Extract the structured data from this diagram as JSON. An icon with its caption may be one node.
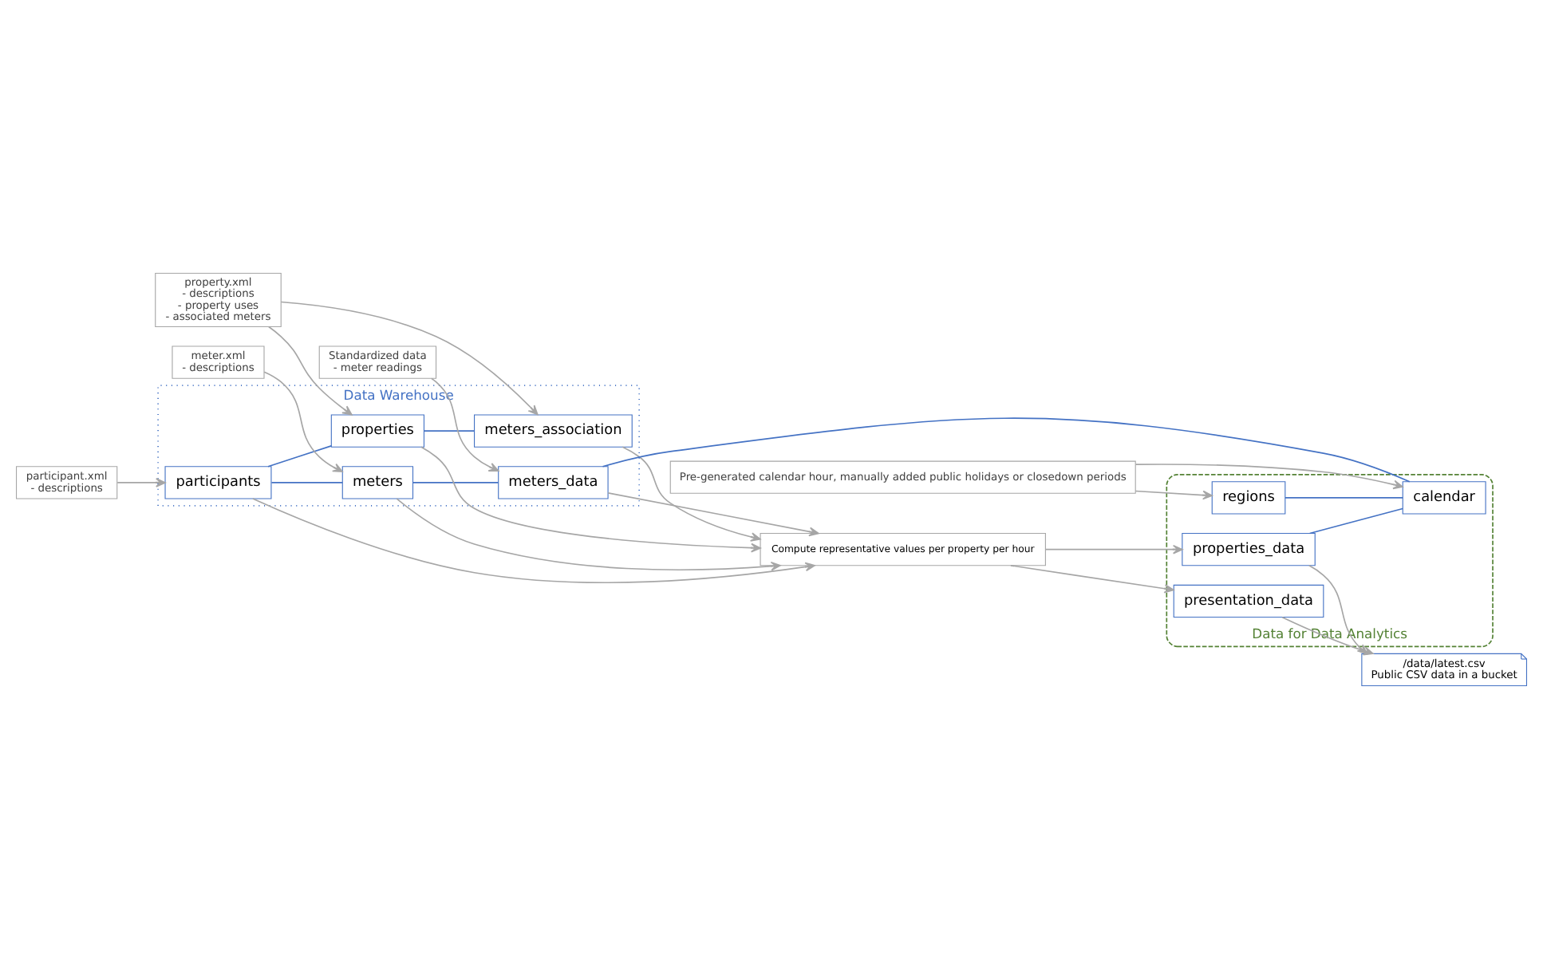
{
  "diagram": {
    "nodes": [
      {
        "text": [
          "Data Warehouse"
        ]
      },
      {
        "text": [
          "participant.xml",
          "- descriptions"
        ]
      },
      {
        "text": [
          "meter.xml",
          "- descriptions"
        ]
      },
      {
        "text": [
          "property.xml",
          "- descriptions",
          "- property uses",
          "- associated meters"
        ]
      },
      {
        "text": [
          "Standardized data",
          "- meter readings"
        ]
      },
      {
        "text": [
          "Pre-generated calendar hour, manually added public holidays or closedown periods"
        ]
      },
      {
        "text": [
          "participants"
        ],
        "in": 0
      },
      {
        "text": [
          "meters"
        ],
        "in": 0
      },
      {
        "text": [
          "properties"
        ],
        "in": 0
      },
      {
        "text": [
          "meters_association"
        ],
        "in": 0
      },
      {
        "text": [
          "meters_data"
        ],
        "in": 0
      },
      {
        "text": [
          "Data for Data Analytics"
        ]
      },
      {
        "text": [
          "presentation_data"
        ],
        "in": 11
      },
      {
        "text": [
          "regions"
        ],
        "in": 11
      },
      {
        "text": [
          "properties_data"
        ],
        "in": 11
      },
      {
        "text": [
          "calendar"
        ],
        "in": 11
      },
      {
        "text": [
          "Compute representative values per property per hour"
        ]
      },
      {
        "text": [
          "/data/latest.csv",
          "Public CSV data in a bucket"
        ]
      }
    ],
    "edges": [
      {
        "from": 1,
        "to": 6,
        "arrow": "to"
      },
      {
        "from": 2,
        "to": 7,
        "arrow": "to"
      },
      {
        "from": 3,
        "to": 8,
        "arrow": "to"
      },
      {
        "from": 3,
        "to": 9,
        "arrow": "to"
      },
      {
        "from": 4,
        "to": 10,
        "arrow": "to"
      },
      {
        "from": 5,
        "to": 13,
        "arrow": "to"
      },
      {
        "from": 5,
        "to": 15,
        "arrow": "to"
      },
      {
        "from": 6,
        "to": 7,
        "arrow": "none",
        "color": "#4472c4"
      },
      {
        "from": 6,
        "to": 8,
        "arrow": "none",
        "color": "#4472c4"
      },
      {
        "from": 7,
        "to": 10,
        "arrow": "none",
        "color": "#4472c4"
      },
      {
        "from": 8,
        "to": 9,
        "arrow": "none",
        "color": "#4472c4"
      },
      {
        "from": 10,
        "to": 15,
        "arrow": "none",
        "color": "#4472c4"
      },
      {
        "from": 13,
        "to": 15,
        "arrow": "none",
        "color": "#4472c4"
      },
      {
        "from": 14,
        "to": 15,
        "arrow": "none",
        "color": "#4472c4"
      },
      {
        "from": 6,
        "to": 16,
        "arrow": "to"
      },
      {
        "from": 7,
        "to": 16,
        "arrow": "to"
      },
      {
        "from": 8,
        "to": 16,
        "arrow": "to"
      },
      {
        "from": 9,
        "to": 16,
        "arrow": "to"
      },
      {
        "from": 10,
        "to": 16,
        "arrow": "to"
      },
      {
        "from": 16,
        "to": 12,
        "arrow": "to"
      },
      {
        "from": 16,
        "to": 14,
        "arrow": "to"
      },
      {
        "from": 12,
        "to": 17,
        "arrow": "to"
      },
      {
        "from": 14,
        "to": 17,
        "arrow": "to"
      }
    ]
  }
}
